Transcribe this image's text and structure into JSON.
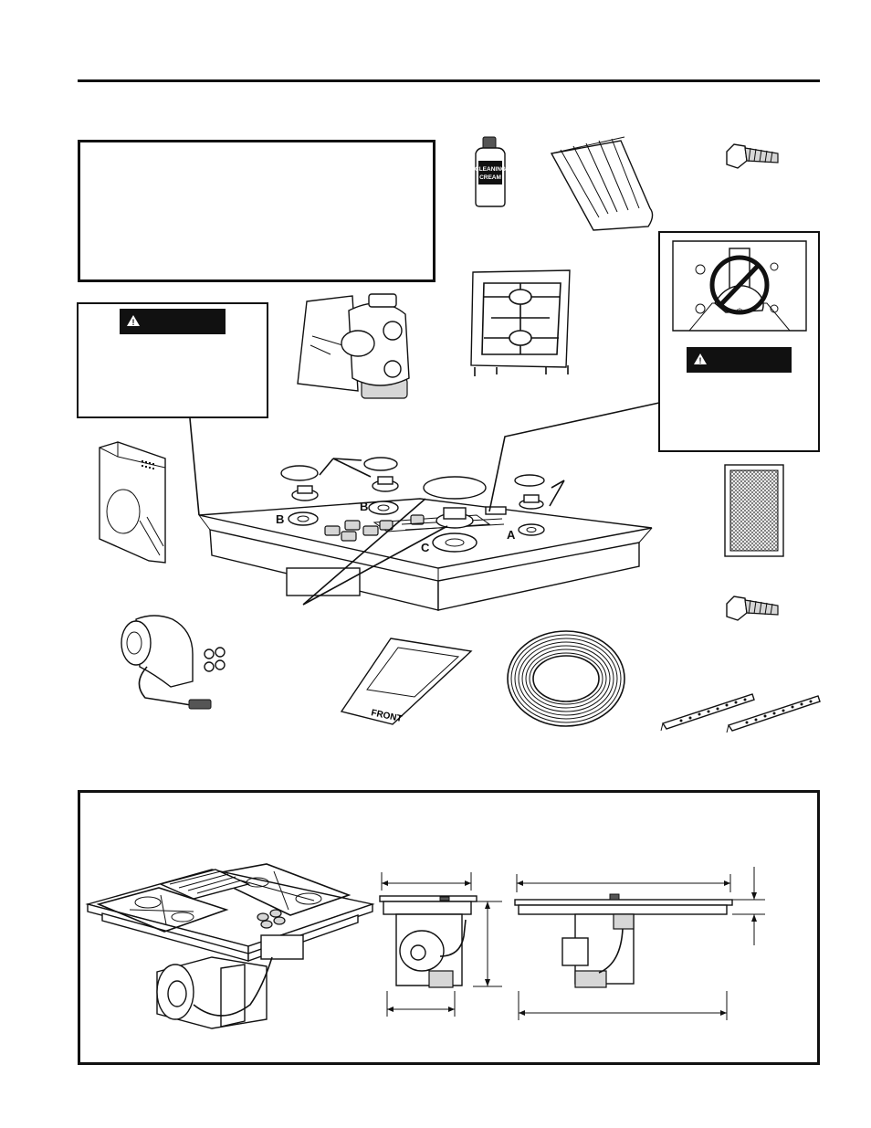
{
  "labels": {
    "burner_b_left": "B",
    "burner_b_center": "B",
    "burner_a": "A",
    "burner_c": "C",
    "cream_line1": "CLEANING",
    "cream_line2": "CREAM",
    "template_front": "FRONT"
  },
  "icons": {
    "warning_symbol": "!",
    "power_symbol": "⏻"
  },
  "colors": {
    "ink": "#111111",
    "paper": "#ffffff",
    "shade": "#d6d6d6"
  }
}
